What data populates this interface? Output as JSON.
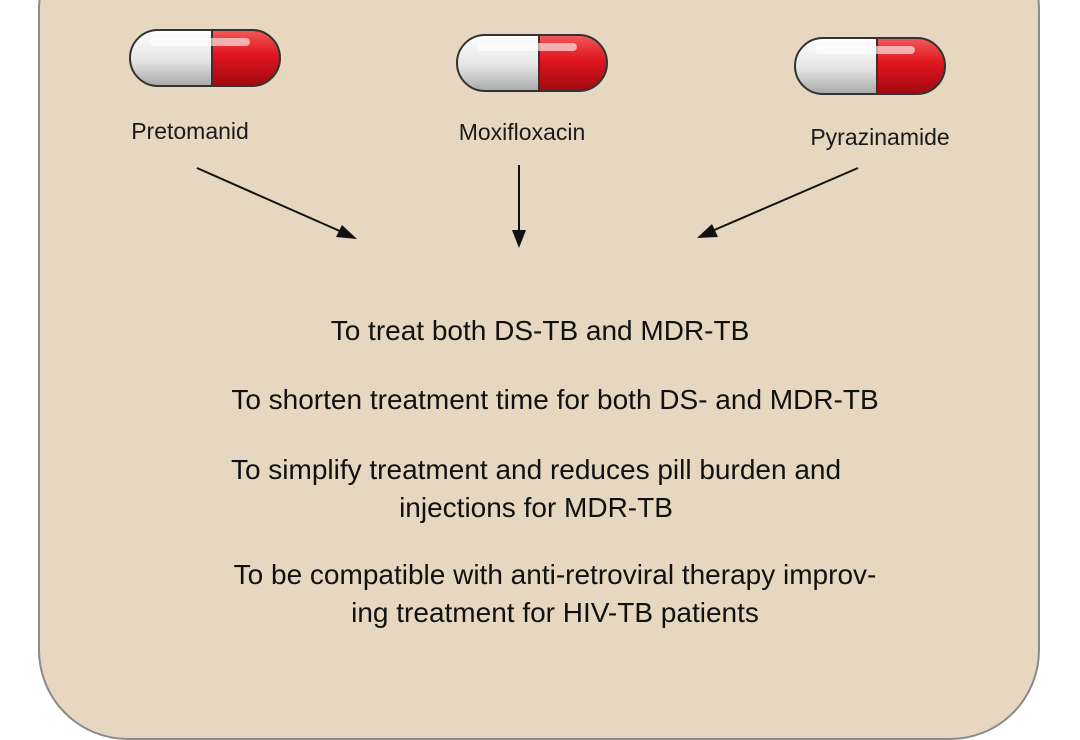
{
  "drugs": [
    {
      "name": "Pretomanid"
    },
    {
      "name": "Moxifloxacin"
    },
    {
      "name": "Pyrazinamide"
    }
  ],
  "goals": [
    {
      "lines": [
        "To treat both DS-TB and MDR-TB"
      ]
    },
    {
      "lines": [
        "To shorten treatment time for both DS- and MDR-TB"
      ]
    },
    {
      "lines": [
        "To simplify treatment and reduces pill burden and",
        "injections for MDR-TB"
      ]
    },
    {
      "lines": [
        "To be compatible with anti-retroviral therapy improv-",
        "ing treatment for HIV-TB patients"
      ]
    }
  ],
  "colors": {
    "panel_background": "#e8d7c0",
    "panel_border": "#8a8a8a",
    "capsule_red": "#e0141e",
    "capsule_white": "#ececec",
    "arrow": "#111111"
  },
  "icons": [
    "capsule-icon",
    "arrow-icon"
  ]
}
